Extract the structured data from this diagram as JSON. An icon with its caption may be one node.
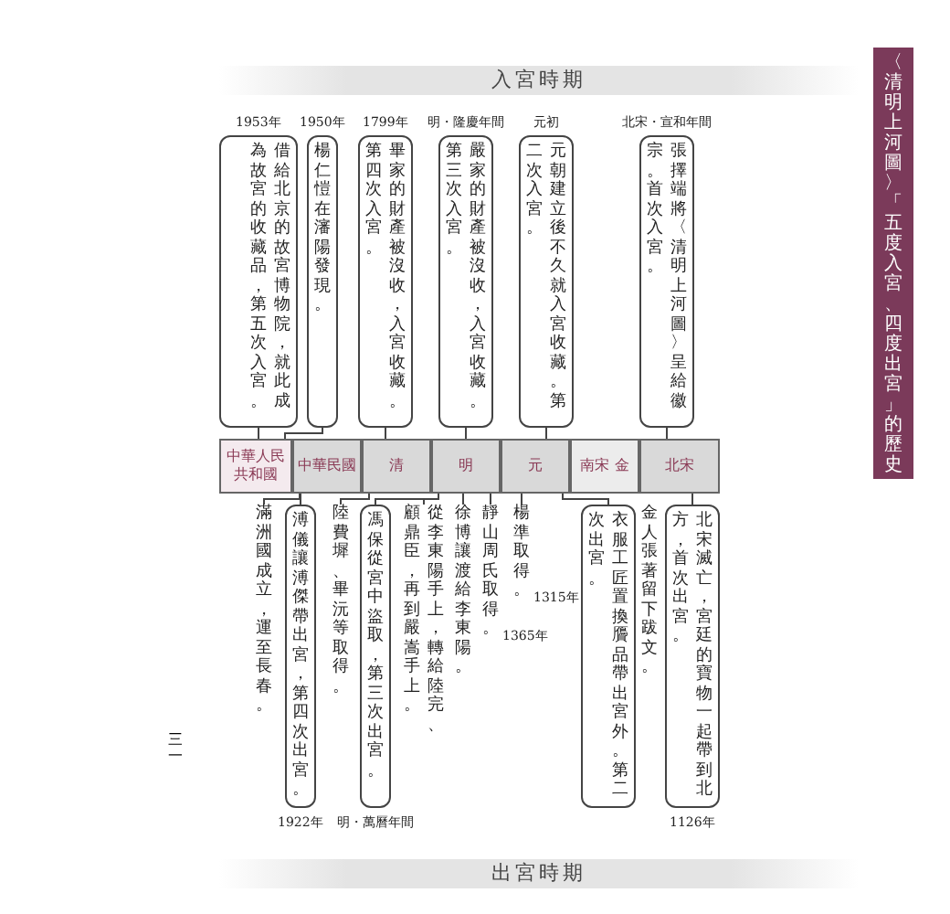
{
  "diagram": {
    "title": "〈清明上河圖〉「五度入宮、四度出宮」的歷史",
    "nodes": [
      {
        "text": [
          "北宋"
        ]
      },
      {
        "text": [
          "南宋 金"
        ]
      },
      {
        "text": [
          "元"
        ]
      },
      {
        "text": [
          "明"
        ]
      },
      {
        "text": [
          "清"
        ]
      },
      {
        "text": [
          "中華民國"
        ]
      },
      {
        "text": [
          "中華人民共和國"
        ]
      },
      {
        "text": [
          "張擇端將〈清明上河圖〉呈給徽宗。首次入宮。"
        ],
        "beside": [
          "北宋・宣和年間"
        ]
      },
      {
        "text": [
          "元朝建立後不久就入宮收藏。第二次入宮。"
        ],
        "beside": [
          "元初"
        ]
      },
      {
        "text": [
          "嚴家的財產被沒收，入宮收藏。第三次入宮。"
        ],
        "beside": [
          "明・隆慶年間"
        ]
      },
      {
        "text": [
          "畢家的財產被沒收，入宮收藏。第四次入宮。"
        ],
        "beside": [
          "1799年"
        ]
      },
      {
        "text": [
          "楊仁愷在瀋陽發現。"
        ],
        "beside": [
          "1950年"
        ]
      },
      {
        "text": [
          "借給北京的故宮博物院，就此成為故宮的收藏品，第五次入宮。"
        ],
        "beside": [
          "1953年"
        ]
      },
      {
        "text": [
          "北宋滅亡，宮廷的寶物一起帶到北方，首次出宮。"
        ],
        "beside": [
          "1126年"
        ]
      },
      {
        "text": [
          "衣服工匠置換贗品帶出宮外。第二次出宮。"
        ]
      },
      {
        "text": [
          "楊準取得。"
        ],
        "beside": [
          "1315年"
        ]
      },
      {
        "text": [
          "靜山周氏取得。"
        ],
        "beside": [
          "1365年"
        ]
      },
      {
        "text": [
          "徐博讓渡給李東陽。"
        ]
      },
      {
        "text": [
          "從李東陽手上，轉給陸完、顧鼎臣，再到嚴嵩手上。"
        ]
      },
      {
        "text": [
          "馮保從宮中盜取，第三次出宮。"
        ],
        "beside": [
          "明・萬曆年間"
        ]
      },
      {
        "text": [
          "陸費墀、畢沅等取得。"
        ]
      },
      {
        "text": [
          "溥儀讓溥傑帶出宮，第四次出宮。"
        ],
        "beside": [
          "1922年"
        ]
      },
      {
        "text": [
          "滿洲國成立，運至長春。"
        ]
      },
      {
        "text": [
          "金人張著留下跋文。"
        ]
      }
    ],
    "edges": [
      {
        "from": 0,
        "to": 7,
        "arrow": "none"
      },
      {
        "from": 2,
        "to": 8,
        "arrow": "none"
      },
      {
        "from": 3,
        "to": 9,
        "arrow": "none"
      },
      {
        "from": 4,
        "to": 10,
        "arrow": "none"
      },
      {
        "from": 6,
        "to": 11,
        "arrow": "none"
      },
      {
        "from": 6,
        "to": 12,
        "arrow": "none"
      },
      {
        "from": 0,
        "to": 13,
        "arrow": "none"
      },
      {
        "from": 2,
        "to": 14,
        "arrow": "none"
      },
      {
        "from": 2,
        "to": 15,
        "arrow": "none"
      },
      {
        "from": 3,
        "to": 16,
        "arrow": "none"
      },
      {
        "from": 3,
        "to": 17,
        "arrow": "none"
      },
      {
        "from": 3,
        "to": 18,
        "arrow": "none"
      },
      {
        "from": 3,
        "to": 19,
        "arrow": "none"
      },
      {
        "from": 4,
        "to": 20,
        "arrow": "none"
      },
      {
        "from": 5,
        "to": 21,
        "arrow": "none"
      },
      {
        "from": 5,
        "to": 22,
        "arrow": "none"
      }
    ],
    "labels": [
      "入宮時期",
      "出宮時期",
      "三一"
    ]
  }
}
